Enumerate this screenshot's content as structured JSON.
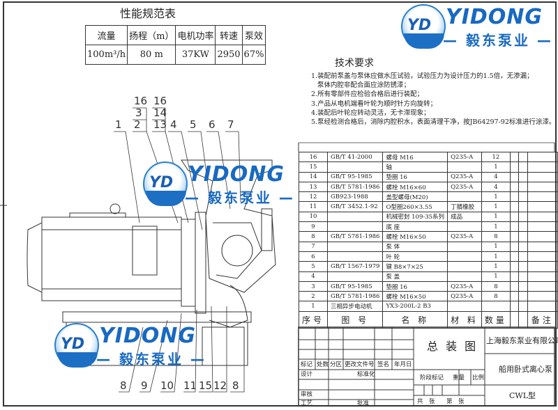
{
  "performance": {
    "title": "性能规范表",
    "headers": [
      "流量",
      "扬程（m）",
      "电机功率",
      "转速",
      "泵效"
    ],
    "values": [
      "100m³/h",
      "80 m",
      "37KW",
      "2950",
      "67%"
    ]
  },
  "tech_requirements": {
    "title": "技术要求",
    "text": "1.装配前泵盖与泵体应做水压试验，试验压力为设计压力的1.5倍，无渗漏；\n   泵体内腔非配合面应涂防锈漆；\n2.所有零部件应检验合格后进行装配；\n3.产品从电机端看叶轮为顺时针方向旋转；\n4.装配后叶轮应转动灵活，无卡滞现象；\n5.泵经检测合格后，消除内腔积水，表面清理干净，按JB64297-92标准进行涂漆。"
  },
  "parts": [
    {
      "no": "16",
      "code": "GB/T 41-2000",
      "name": "螺母 M16",
      "material": "Q235-A",
      "qty": "12"
    },
    {
      "no": "15",
      "code": "",
      "name": "轴",
      "material": "",
      "qty": "1"
    },
    {
      "no": "14",
      "code": "GB/T 95-1985",
      "name": "垫圈 16",
      "material": "Q235-A",
      "qty": "4"
    },
    {
      "no": "13",
      "code": "GB/T 5781-1986",
      "name": "螺栓 M16×60",
      "material": "Q235-A",
      "qty": "4"
    },
    {
      "no": "12",
      "code": "GB923-1988",
      "name": "盖型螺母(M20)",
      "material": "",
      "qty": "1"
    },
    {
      "no": "11",
      "code": "GB/T 3452.1-92",
      "name": "O型圈260×3.55",
      "material": "丁腈橡胶",
      "qty": "1"
    },
    {
      "no": "10",
      "code": "",
      "name": "机械密封 109-35系列",
      "material": "成品",
      "qty": "1"
    },
    {
      "no": "9",
      "code": "",
      "name": "底 座",
      "material": "",
      "qty": "1"
    },
    {
      "no": "8",
      "code": "GB/T 5781-1986",
      "name": "螺栓 M16×50",
      "material": "Q235-A",
      "qty": "8"
    },
    {
      "no": "7",
      "code": "",
      "name": "泵 体",
      "material": "",
      "qty": "1"
    },
    {
      "no": "6",
      "code": "",
      "name": "叶 轮",
      "material": "",
      "qty": "1"
    },
    {
      "no": "5",
      "code": "GB/T 1567-1979",
      "name": "键 B8×7×25",
      "material": "",
      "qty": "1"
    },
    {
      "no": "4",
      "code": "",
      "name": "泵 盖",
      "material": "",
      "qty": "1"
    },
    {
      "no": "3",
      "code": "GB/T 95-1985",
      "name": "垫圈 16",
      "material": "Q235-A",
      "qty": "8"
    },
    {
      "no": "2",
      "code": "GB/T 5781-1986",
      "name": "螺栓 M16×50",
      "material": "Q235-A",
      "qty": "8"
    },
    {
      "no": "1",
      "code": "三相异步电动机",
      "name": "YX3-200L-2 B3",
      "material": "",
      "qty": ""
    }
  ],
  "parts_header": {
    "no": "序号",
    "code": "图 号",
    "name": "名 称",
    "material": "材 料",
    "qty": "数量",
    "remark": "备注"
  },
  "title_block": {
    "drawing_title": "总 装 图",
    "company": "上海毅东泵业有限公司",
    "product": "船用卧式离心泵",
    "model": "CWL型",
    "rev_headers": [
      "标记",
      "处数",
      "分区",
      "更改文件号",
      "签名",
      "年月日"
    ],
    "design": "设计",
    "standardize": "标准化",
    "review": "审核",
    "process": "工艺",
    "approve": "批准",
    "stage_mark": "阶段标记",
    "weight": "重量",
    "scale": "比例",
    "sheets_total": "共　张",
    "sheet_no": "第　张"
  },
  "callouts": {
    "top": [
      "1",
      "2",
      "3",
      "16",
      "13",
      "14",
      "16",
      "4",
      "5",
      "6",
      "7"
    ],
    "bottom": [
      "8",
      "9",
      "10",
      "11",
      "15",
      "12",
      "8"
    ]
  },
  "logo": {
    "letters": "YD",
    "word": "YIDONG",
    "cn": "— 毅东泵业 —"
  },
  "colors": {
    "logo_blue": "#1869c2",
    "line": "#333333"
  }
}
